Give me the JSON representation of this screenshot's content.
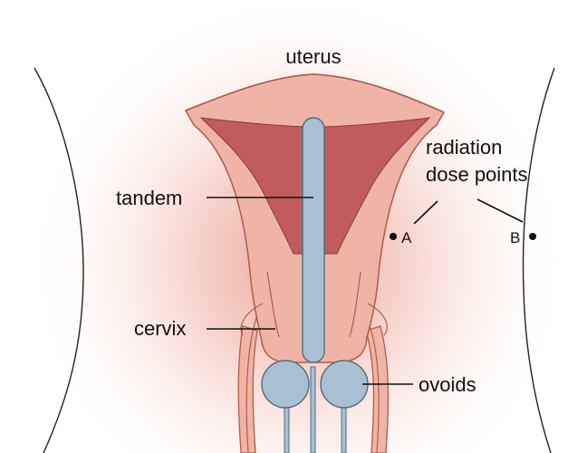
{
  "diagram": {
    "labels": {
      "uterus": "uterus",
      "radiation_line1": "radiation",
      "radiation_line2": "dose points",
      "tandem": "tandem",
      "point_a": "A",
      "point_b": "B",
      "cervix": "cervix",
      "ovoids": "ovoids"
    },
    "colors": {
      "background_glow": "#f3c2b8",
      "tissue_light": "#f0b4a6",
      "tissue_edge": "#b05a4a",
      "cavity": "#c05c5e",
      "applicator": "#a9c0d3",
      "applicator_edge": "#4f6d80",
      "line": "#111111"
    }
  }
}
